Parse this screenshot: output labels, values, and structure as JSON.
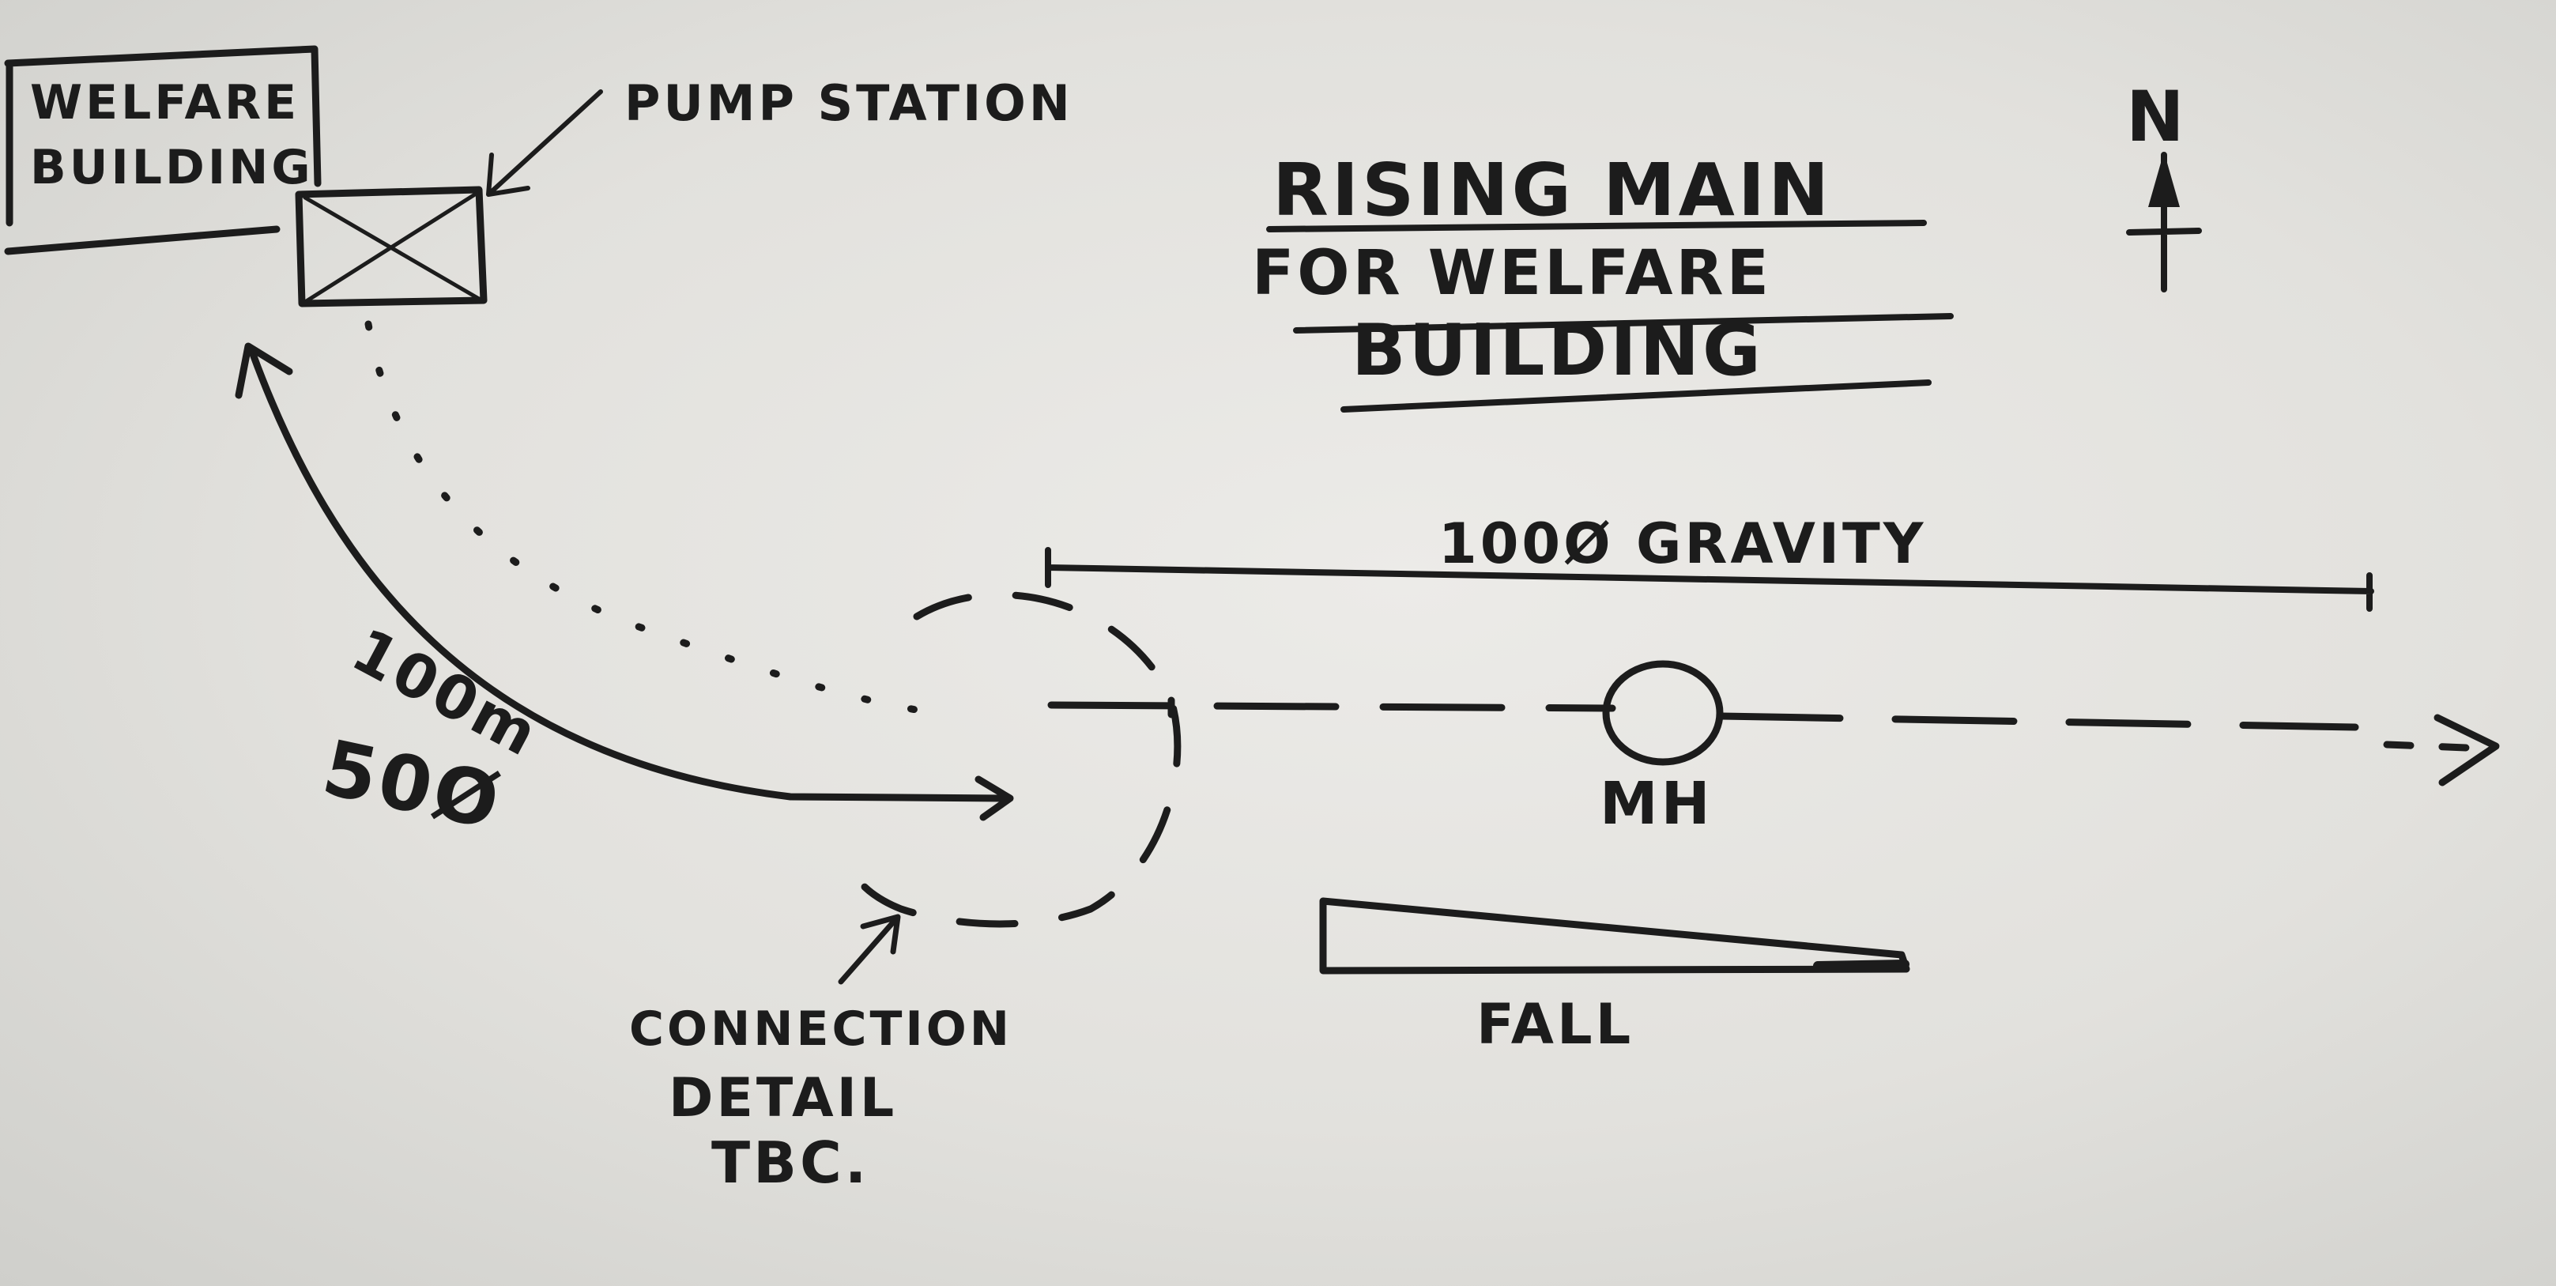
{
  "labels": {
    "welfare_line1": "WELFARE",
    "welfare_line2": "BUILDING",
    "pump_station": "PUMP STATION",
    "title_line1": "RISING MAIN",
    "title_line2": "FOR WELFARE",
    "title_line3": "BUILDING",
    "north": "N",
    "gravity": "100Ø GRAVITY",
    "rising_main_length": "100m",
    "rising_main_diameter": "50Ø",
    "manhole": "MH",
    "fall": "FALL",
    "connection_line1": "CONNECTION",
    "connection_line2": "DETAIL",
    "connection_line3": "TBC."
  },
  "colors": {
    "ink": "#1c1c1c",
    "paper": "#e6e5e2"
  }
}
